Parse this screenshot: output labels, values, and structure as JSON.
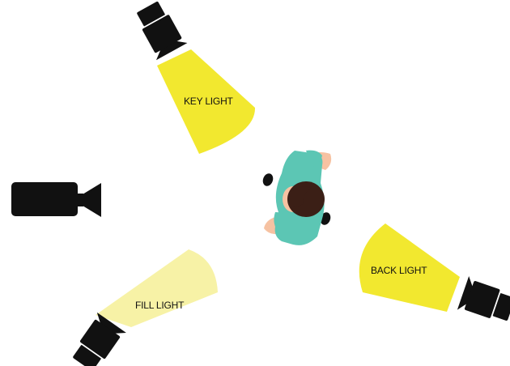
{
  "labels": {
    "key": "KEY LIGHT",
    "fill": "FILL LIGHT",
    "back": "BACK LIGHT"
  },
  "colors": {
    "key_beam": "#f2e82f",
    "fill_beam": "#f7f2a6",
    "back_beam": "#f2e82f",
    "equipment": "#111111",
    "shirt": "#5cc6b4",
    "hair": "#3b1f16",
    "skin": "#f6c2a2",
    "shoes": "#111111",
    "background": "#ffffff"
  },
  "icons": {
    "camera": "video-camera-icon",
    "light": "spotlight-icon",
    "subject": "person-top-view-icon"
  }
}
